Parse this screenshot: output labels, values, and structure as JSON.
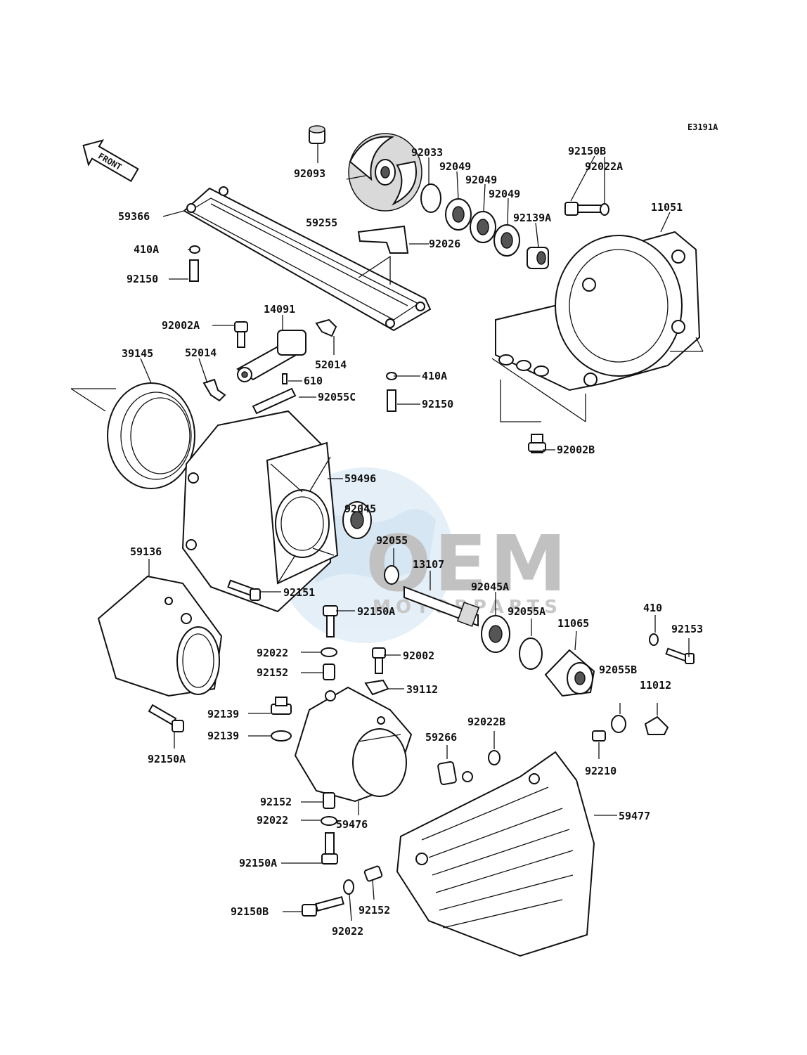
{
  "diagram_code": "E3191A",
  "front_label": "FRONT",
  "watermark": {
    "main": "OEM",
    "sub": "MOTORPARTS",
    "color_main": "#8f8f8f",
    "color_globe": "#cfe3f3"
  },
  "parts": {
    "p59366": "59366",
    "p410A_1": "410A",
    "p92150_1": "92150",
    "p92093": "92093",
    "p59255": "59255",
    "p92033": "92033",
    "p92049_1": "92049",
    "p92049_2": "92049",
    "p92049_3": "92049",
    "p92139A": "92139A",
    "p92026": "92026",
    "p92150B_1": "92150B",
    "p92022A": "92022A",
    "p11051": "11051",
    "p92002A": "92002A",
    "p14091": "14091",
    "p52014_1": "52014",
    "p52014_2": "52014",
    "p610": "610",
    "p39145": "39145",
    "p410A_2": "410A",
    "p92150_2": "92150",
    "p92055C": "92055C",
    "p92002B": "92002B",
    "p59496": "59496",
    "p92045": "92045",
    "p92055": "92055",
    "p13107": "13107",
    "p92045A": "92045A",
    "p92055A": "92055A",
    "p59136": "59136",
    "p92151": "92151",
    "p92150A_1": "92150A",
    "p11065": "11065",
    "p410": "410",
    "p92153": "92153",
    "p92022_1": "92022",
    "p92002": "92002",
    "p92152_1": "92152",
    "p39112": "39112",
    "p92055B": "92055B",
    "p11012": "11012",
    "p92139_1": "92139",
    "p92139_2": "92139",
    "p92022B": "92022B",
    "p59266": "59266",
    "p92210": "92210",
    "p92150A_2": "92150A",
    "p92152_2": "92152",
    "p92022_2": "92022",
    "p59476": "59476",
    "p59477": "59477",
    "p92150A_3": "92150A",
    "p92150B_2": "92150B",
    "p92152_3": "92152",
    "p92022_3": "92022"
  }
}
